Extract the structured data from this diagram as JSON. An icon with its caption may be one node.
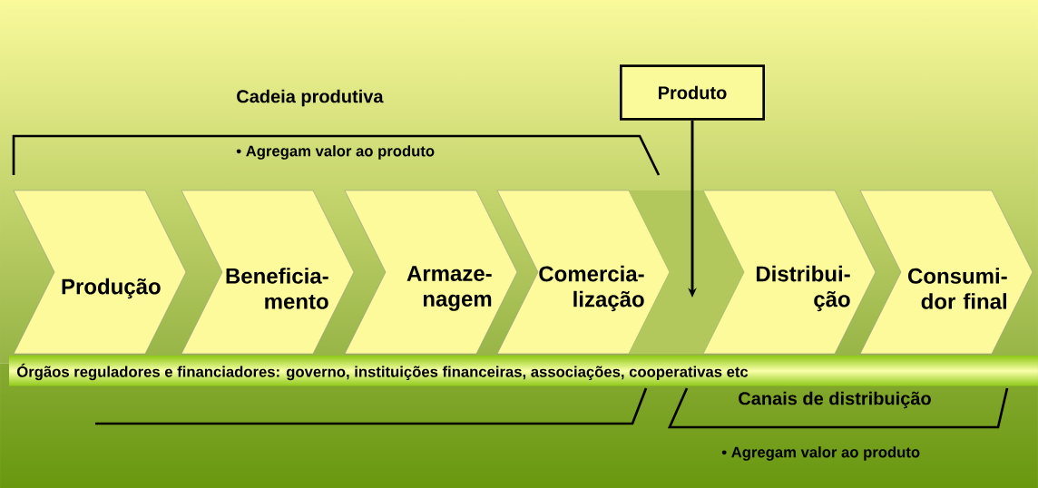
{
  "diagram": {
    "nodes": [
      {
        "text": [
          "Produção"
        ]
      },
      {
        "text": [
          "Beneficia- mento"
        ]
      },
      {
        "text": [
          "Armaze- nagem"
        ]
      },
      {
        "text": [
          "Comercia- lização"
        ]
      },
      {
        "text": [],
        "shape": "chevron"
      },
      {
        "text": [
          "Distribui- ção"
        ]
      },
      {
        "text": [
          "Consumi- dor final"
        ]
      },
      {
        "text": [
          "Produto"
        ]
      },
      {
        "text": [
          "Órgãos reguladores e financiadores: governo, instituições financeiras, associações, cooperativas etc"
        ]
      }
    ],
    "edges": [
      {
        "from": 7,
        "to": 4,
        "arrow": "to"
      }
    ],
    "labels": [
      "Cadeia produtiva",
      "• Agregam valor ao produto",
      "Canais de distribuição",
      "• Agregam valor ao produto"
    ]
  }
}
